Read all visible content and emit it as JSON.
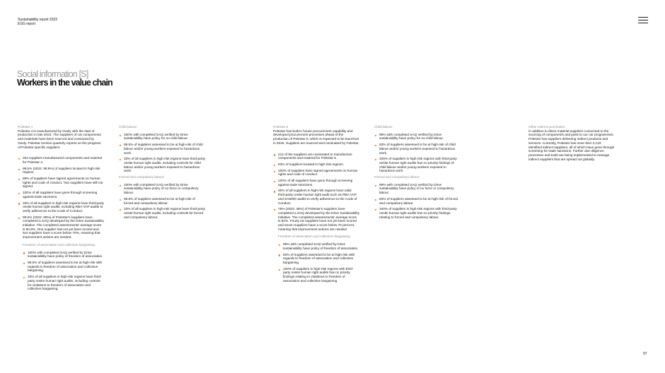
{
  "header": {
    "line1": "Sustainability report 2023",
    "line2": "ESG report"
  },
  "section_title": "Social information [S]",
  "page_title": "Workers in the value chain",
  "columns": {
    "c1": {
      "heading": "Polestar 4",
      "intro": "Polestar 4 is manufactured by Geely with the start of production in late 2023. The suppliers of car components and materials have been sourced and contracted by Geely. Polestar receive quarterly reports on the progress of Polestar specific suppliers.",
      "bullets": [
        "204 suppliers manufactured components and material for Polestar 4.",
        "99.5% (2022: 98.9%) of suppliers located in high-risk regions.",
        "99% of suppliers have signed agreements on human rights and code of conduct. Two suppliers have still not signed.",
        "100% of all suppliers have gone through screening against trade sanctions.",
        "33% of all suppliers in high-risk regions have third-party onsite human right audits, including RBA VAP audits to verify adherence to the Code of Conduct.",
        "99.5% (2022: 99%) of Polestar's suppliers have completed a SAQ developed by the Drive Sustainability Initiative. The completed assessments' average score is 80.8%. One supplier has not yet been scored and two suppliers have a score below 70%, meaning that improvement actions are needed."
      ],
      "sub_heading": "Freedom of association and collective bargaining:",
      "sub_bullets": [
        "100% with completed SAQ verified by Drive sustainability have policy of freedom of association.",
        "99.5% of suppliers assessed to be at high-risk with regards to freedom of association and collective bargaining.",
        "33% of all suppliers in high-risk regions have third-party onsite human right audits, including controls for violations to freedom of association and collective bargaining."
      ]
    },
    "c2": {
      "heading": "Child labour:",
      "bullets": [
        "100% with completed SAQ verified by Drive sustainability have policy for no child labour.",
        "99.5% of suppliers assessed to be at high-risk of child labour and/or young workers exposed to hazardous work.",
        "33% of all suppliers in high-risk regions have third-party onsite human right audits, including controls for child labour and/or young workers exposed to hazardous work."
      ],
      "sub_heading": "Forced and compulsory labour:",
      "sub_bullets": [
        "100% with completed SAQ verified by Drive sustainability have policy of no force or compulsory labour.",
        "99.5% of suppliers assessed to be at high-risk of forced and compulsory labour.",
        "33% of all suppliers in high-risk regions have third-party onsite human right audits, including controls for forced and compulsory labour."
      ]
    },
    "c3": {
      "heading": "Polestar 5",
      "intro": "Polestar has built in house procurement capability and developed procurement processes ahead of the production of Polestar 5, which is expected to be launched in 2025. Suppliers are sourced and nominated by Polestar.",
      "bullets": [
        "212 of the suppliers are nominated to manufacture components and material for Polestar 5.",
        "83% of suppliers located in high-risk regions.",
        "100% of suppliers have signed agreements on human rights and code of conduct.",
        "100% of all suppliers have gone through screening against trade sanctions.",
        "30% of all suppliers in high-risk regions have valid third-party onsite human right audit such as RBA VAP and SA8000 audits to verify adherence to the Code of Conduct.",
        "78% (2022: 48%) of Polestar's suppliers have completed a SAQ developed by the Drive Sustainability Initiative. The completed assessments' average score is 82%. Fourty six suppliers have not yet been scored and seven suppliers have a score below 70 percent, meaning that improvement actions are needed."
      ],
      "sub_heading": "Freedom of association and collective bargaining:",
      "sub_bullets": [
        "99% with completed SAQ verified by Drive sustainability have policy of freedom of association.",
        "83% of suppliers assessed to be at high-risk with regards to freedom of association and collective bargaining.",
        "100% of suppliers in high-risk regions with third-party onsite human right audits has no priority findings relating to violations to freedom of association and collective bargaining."
      ]
    },
    "c4": {
      "heading": "Child labour:",
      "bullets": [
        "99% with completed SAQ verified by Drive sustainability have policy for no child labour.",
        "83% of suppliers assessed to be at high-risk of child labour and/or young workers exposed to hazardous work.",
        "100% of suppliers in high-risk regions with third-party onsite human right audits has no priority findings of child labour and/or young workers exposed to hazardous work."
      ],
      "sub_heading": "Forced and compulsory labour:",
      "sub_bullets": [
        "99% with completed SAQ verified by Drive sustainability have policy of no force or compulsory labour.",
        "83% of suppliers assessed to be at high-risk of forced and compulsory labour.",
        "100% of suppliers in high-risk regions with third-party onsite human right audits has no priority findings relating to forced and compulsory labour."
      ]
    },
    "c5": {
      "heading": "Other indirect purchases",
      "intro": "In addition to direct material suppliers connected to the sourcing of components and parts to our car programmes, Polestar has suppliers delivering indirect products and services. Currently, Polestar has more then 3,133 identified indirect suppliers, all of which have gone through screening for trade sanctions. Further due diligence processes and tools are being implemented to manage indirect suppliers that are spread out globally."
    }
  },
  "page_number": "97",
  "icons": {
    "menu": "hamburger-menu-icon",
    "bullet": "orange-dot-bullet"
  },
  "colors": {
    "accent": "#f06a1b",
    "muted": "#8e8e8e"
  }
}
